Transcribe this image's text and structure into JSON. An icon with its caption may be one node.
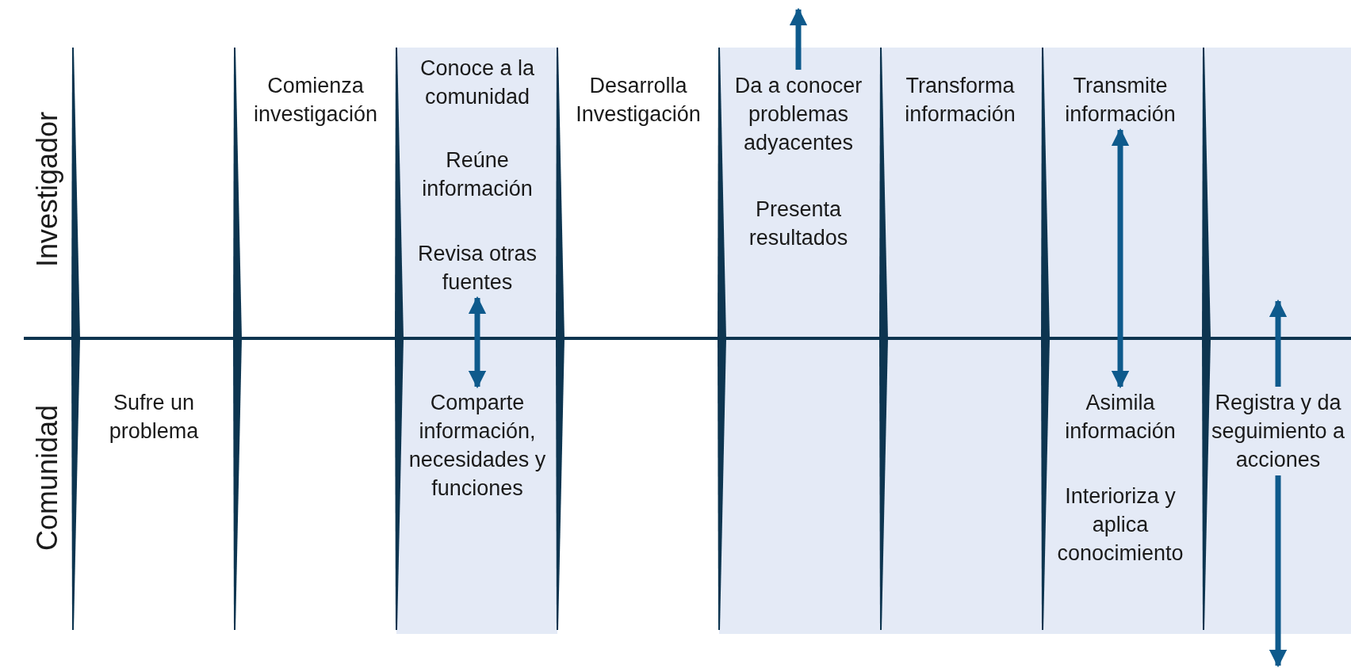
{
  "diagram": {
    "nodes": [
      {
        "text": [
          "Comienza investigación"
        ]
      },
      {
        "text": [
          "Conoce a la comunidad"
        ]
      },
      {
        "text": [
          "Reúne información"
        ]
      },
      {
        "text": [
          "Revisa otras fuentes"
        ]
      },
      {
        "text": [
          "Desarrolla Investigación"
        ]
      },
      {
        "text": [
          "Da a conocer problemas adyacentes"
        ]
      },
      {
        "text": [
          "Presenta resultados"
        ]
      },
      {
        "text": [
          "Transforma información"
        ]
      },
      {
        "text": [
          "Transmite información"
        ]
      },
      {
        "text": [
          "Sufre un problema"
        ]
      },
      {
        "text": [
          "Comparte información, necesidades y funciones"
        ]
      },
      {
        "text": [
          "Asimila información"
        ]
      },
      {
        "text": [
          "Interioriza y aplica conocimiento"
        ]
      },
      {
        "text": [
          "Registra y da seguimiento a acciones"
        ]
      }
    ],
    "edges": [
      {
        "from": 3,
        "to": 10,
        "arrow": "both"
      },
      {
        "from": 8,
        "to": 11,
        "arrow": "both"
      },
      {
        "from": 5,
        "to": null,
        "arrow": "to"
      },
      {
        "from": 13,
        "to": null,
        "arrow": "to"
      },
      {
        "from": 13,
        "to": null,
        "arrow": "to"
      }
    ],
    "labels": [
      "Investigador",
      "Comunidad"
    ]
  }
}
